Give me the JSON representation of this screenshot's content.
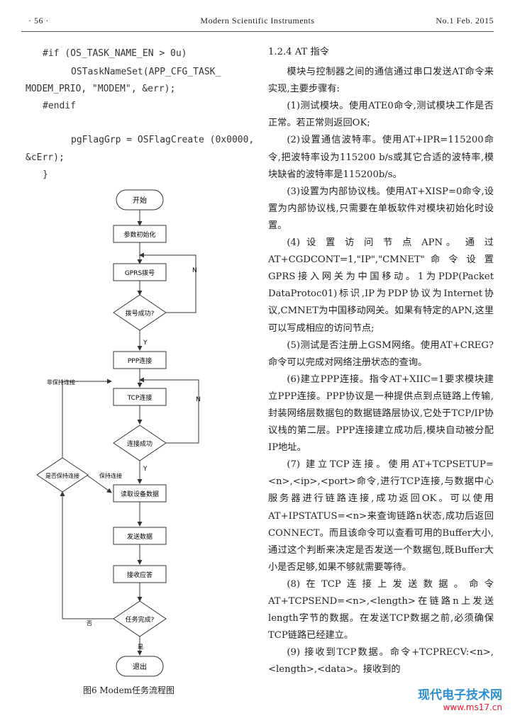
{
  "header": {
    "page_num": "· 56 ·",
    "journal": "Modern Scientific Instruments",
    "issue": "No.1 Feb. 2015"
  },
  "code": [
    "#if (OS_TASK_NAME_EN > 0u)",
    "OSTaskNameSet(APP_CFG_TASK_",
    "MODEM_PRIO, \"MODEM\", &err);",
    "#endif",
    "pgFlagGrp = OSFlagCreate (0x0000,",
    "&cErr);",
    "}"
  ],
  "flowchart": {
    "start": "开始",
    "init": "参数初始化",
    "gprs": "GPRS拨号",
    "dial_ok": "拨号成功?",
    "ppp": "PPP连接",
    "tcp": "TCP连接",
    "conn_ok": "连接成功",
    "keepalive_q": "是否保持连接",
    "read": "读取设备数据",
    "send": "发送数据",
    "recv": "接收应答",
    "done_q": "任务完成?",
    "exit": "退出",
    "y1": "Y",
    "n1": "N",
    "y2": "Y",
    "n2": "N",
    "nonkeep": "非保持连接",
    "keep": "保持连接",
    "no": "否",
    "yes": "是"
  },
  "caption": "图6   Modem任务流程图",
  "col2": {
    "heading": "1.2.4   AT 指令",
    "paragraphs": [
      "模块与控制器之间的通信通过串口发送AT命令来实现,主要步骤有:",
      "(1)测试模块。使用ATE0命令,测试模块工作是否正常。若正常则返回OK;",
      "(2)设置通信波特率。使用AT+IPR=115200命令,把波特率设为115200 b/s或其它合适的波特率,模块缺省的波特率是115200b/s。",
      "(3)设置为内部协议栈。使用AT+XISP=0命令,设置为内部协议栈,只需要在单板软件对模块初始化时设置。",
      "(4) 设 置 访 问 节 点 APN。 通 过 AT+CGDCONT=1,\"IP\",\"CMNET\" 命 令 设 置 GPRS接入网关为中国移动。1为PDP(Packet DataProtoc01)标识,IP为PDP协议为Internet协议,CMNET为中国移动网关。如果有特定的APN,这里可以写成相应的访问节点;",
      "(5)测试是否注册上GSM网络。使用AT+CREG?命令可以完成对网络注册状态的查询。",
      "(6)建立PPP连接。指令AT+XIIC=1要求模块建立PPP连接。PPP协议是一种提供点到点链路上传输,封装网络层数据包的数据链路层协议,它处于TCP/IP协议栈的第二层。PPP连接建立成功后,模块自动被分配IP地址。",
      "(7) 建立TCP连接。使用AT+TCPSETUP=<n>,<ip>,<port>命令,进行TCP连接,与数据中心服务器进行链路连接,成功返回OK。可以使用AT+IPSTATUS=<n>来查询链路n状态,成功后返回CONNECT。而且该命令可以查看可用的Buffer大小,通过这个判断来决定是否发送一个数据包,既Buffer大小是否足够,如果不够就需要等待。",
      "(8)在TCP连接上发送数据。命令AT+TCPSEND=<n>,<length>在链路n上发送length字节的数据。在发送TCP数据之前,必须确保TCP链路已经建立。",
      "(9) 接收到TCP数据。命令+TCPRECV:<n>,<length>,<data>。接收到的"
    ]
  },
  "watermark": {
    "top": "现代电子技术网",
    "bottom": "www.ms17.cn"
  }
}
